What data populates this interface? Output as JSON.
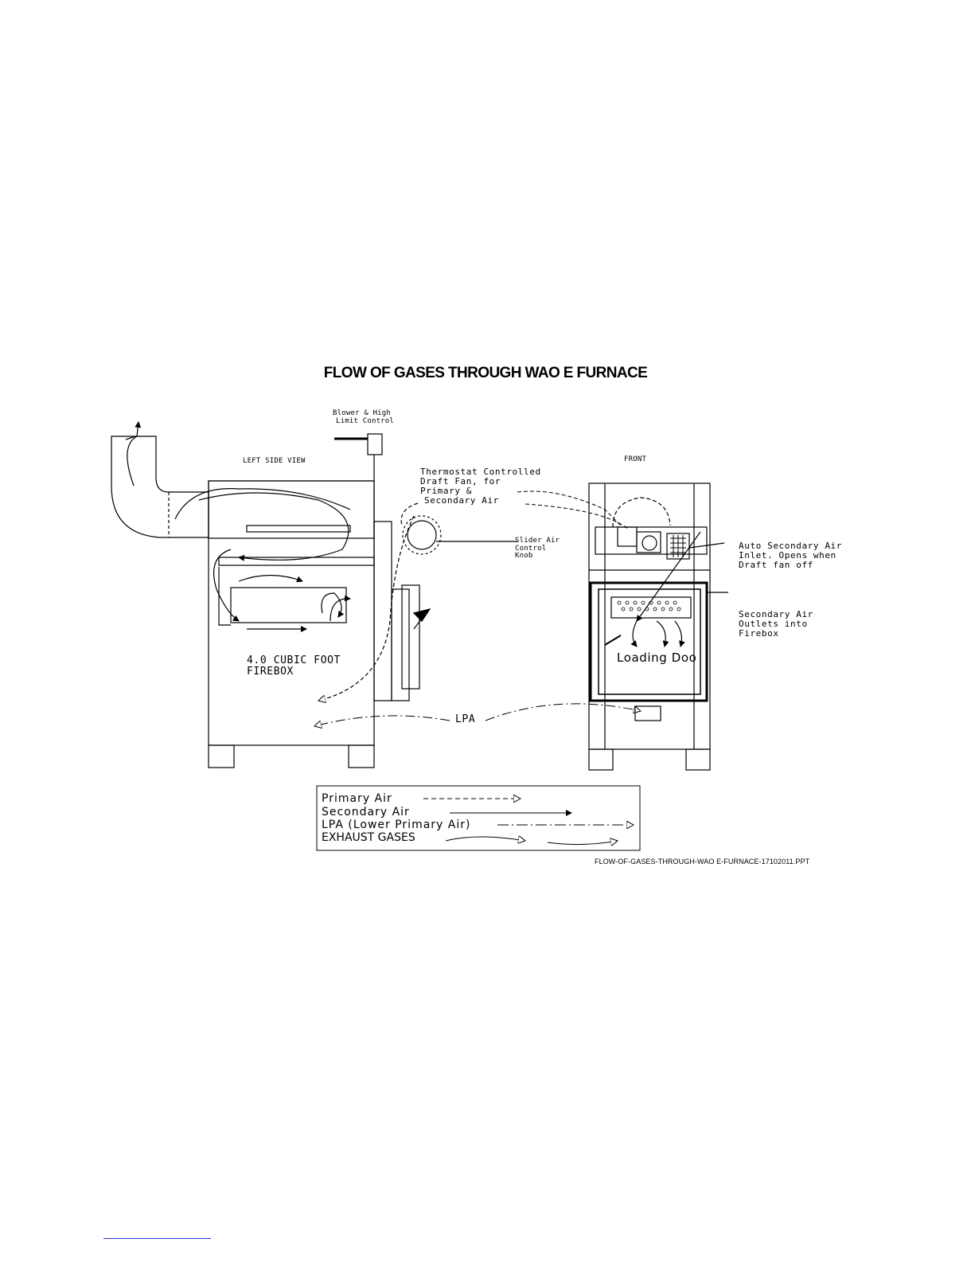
{
  "title": "FLOW OF GASES THROUGH WAO E FURNACE",
  "labels": {
    "blower_line1": "Blower & High",
    "blower_line2": "Limit Control",
    "left_side_view": "LEFT SIDE VIEW",
    "front": "FRONT",
    "thermostat_line1": "Thermostat Controlled",
    "thermostat_line2": "Draft Fan, for",
    "thermostat_line3": "Primary &",
    "thermostat_line4": "Secondary Air",
    "slider_line1": "Slider Air",
    "slider_line2": "Control",
    "slider_line3": "Knob",
    "auto_line1": "Auto Secondary Air",
    "auto_line2": "Inlet. Opens when",
    "auto_line3": "Draft fan off",
    "outlets_line1": "Secondary Air",
    "outlets_line2": "Outlets into",
    "outlets_line3": "Firebox",
    "firebox_line1": "4.0 CUBIC FOOT",
    "firebox_line2": "FIREBOX",
    "loading_door": "Loading Doo",
    "lpa": "LPA"
  },
  "legend": {
    "primary_air": "Primary Air",
    "secondary_air": "Secondary Air",
    "lpa": "LPA (Lower Primary Air)",
    "exhaust_gases": "EXHAUST GASES"
  },
  "filename": "FLOW-OF-GASES-THROUGH-WAO E-FURNACE-17102011.PPT"
}
